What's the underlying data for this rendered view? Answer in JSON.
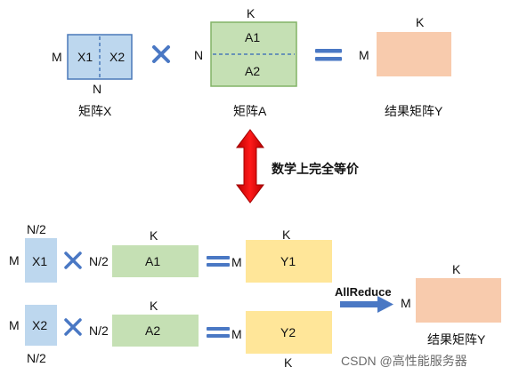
{
  "top": {
    "x": {
      "row": "M",
      "col": "N",
      "part1": "X1",
      "part2": "X2",
      "caption": "矩阵X"
    },
    "times": "×",
    "a": {
      "row": "N",
      "col": "K",
      "part1": "A1",
      "part2": "A2",
      "caption": "矩阵A"
    },
    "equals": "=",
    "y": {
      "row": "M",
      "col": "K",
      "caption": "结果矩阵Y"
    }
  },
  "equivalence": "数学上完全等价",
  "bottom": {
    "row1": {
      "x_row": "M",
      "x_col": "N/2",
      "x_label": "X1",
      "a_row": "N/2",
      "a_col": "K",
      "a_label": "A1",
      "y_row": "M",
      "y_col": "K",
      "y_label": "Y1"
    },
    "row2": {
      "x_row": "M",
      "x_col": "N/2",
      "x_label": "X2",
      "a_row": "N/2",
      "a_col": "K",
      "a_label": "A2",
      "y_row": "M",
      "y_col": "K",
      "y_label": "Y2"
    },
    "allreduce": "AllReduce",
    "result": {
      "row": "M",
      "col": "K",
      "caption": "结果矩阵Y"
    }
  },
  "watermark": "CSDN @高性能服务器",
  "colors": {
    "blue_fill": "#bdd7ee",
    "blue_border": "#4a78b8",
    "green_fill": "#c5e0b4",
    "green_border": "#82b366",
    "orange_fill": "#f8cbad",
    "yellow_fill": "#ffe699",
    "operator": "#4a78c4",
    "arrow_red": "#e00000"
  }
}
